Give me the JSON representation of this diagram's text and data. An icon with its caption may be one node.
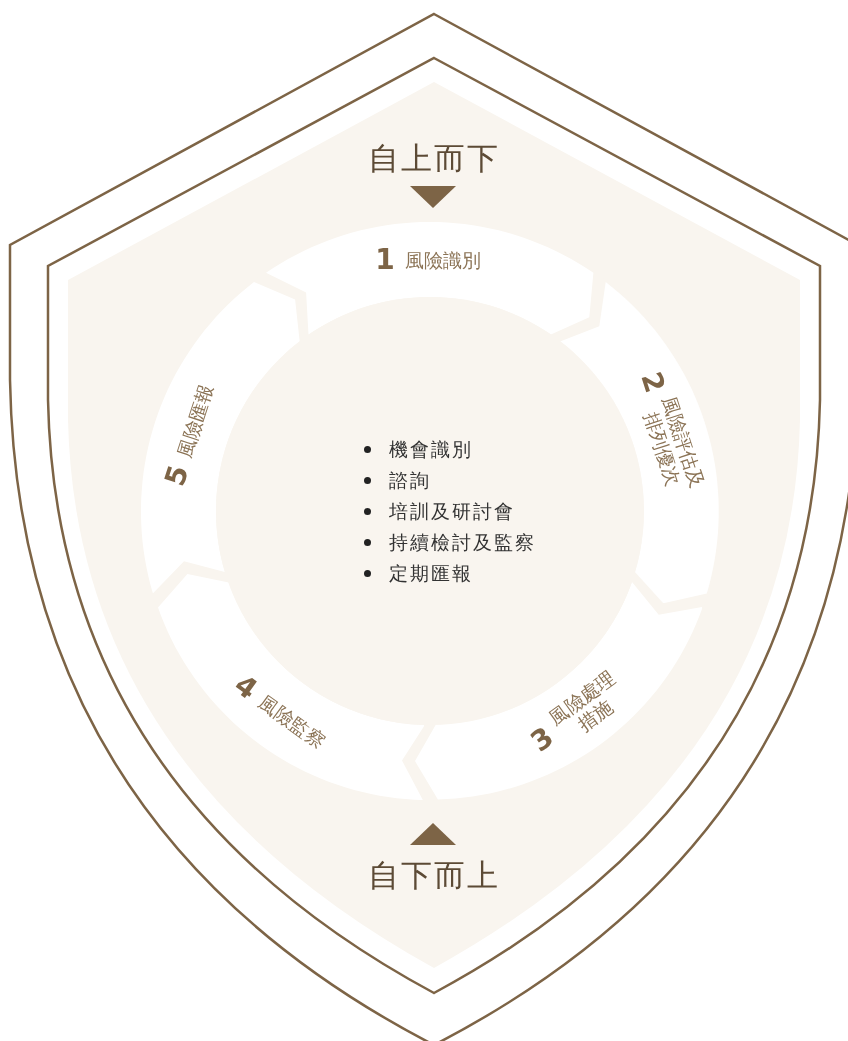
{
  "diagram": {
    "nodes": [
      {
        "text": [
          "自上而下",
          "自下而上"
        ]
      },
      {
        "text": [
          "1",
          "風險識別"
        ],
        "in": 0
      },
      {
        "text": [
          "2",
          "風險評估及排列優次"
        ],
        "in": 0
      },
      {
        "text": [
          "3",
          "風險處理措施"
        ],
        "in": 0
      },
      {
        "text": [
          "4",
          "風險監察"
        ],
        "in": 0
      },
      {
        "text": [
          "5",
          "風險匯報"
        ],
        "in": 0
      },
      {
        "text": [
          "機會識別",
          "諮詢",
          "培訓及研討會",
          "持續檢討及監察",
          "定期匯報"
        ],
        "in": 0
      }
    ]
  }
}
